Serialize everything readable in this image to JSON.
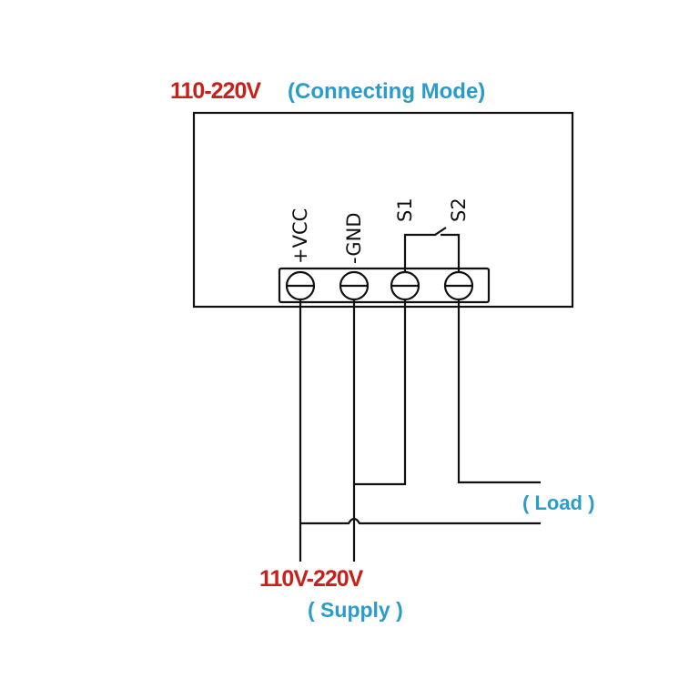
{
  "title": {
    "voltage": "110-220V",
    "mode": "(Connecting  Mode)"
  },
  "terminals": [
    "+VCC",
    "-GND",
    "S1",
    "S2"
  ],
  "load_label": "( Load )",
  "supply": {
    "voltage": "110V-220V",
    "label": "( Supply )"
  },
  "colors": {
    "voltage": "#c8201a",
    "label": "#2a9ccc",
    "lines": "#111111"
  }
}
